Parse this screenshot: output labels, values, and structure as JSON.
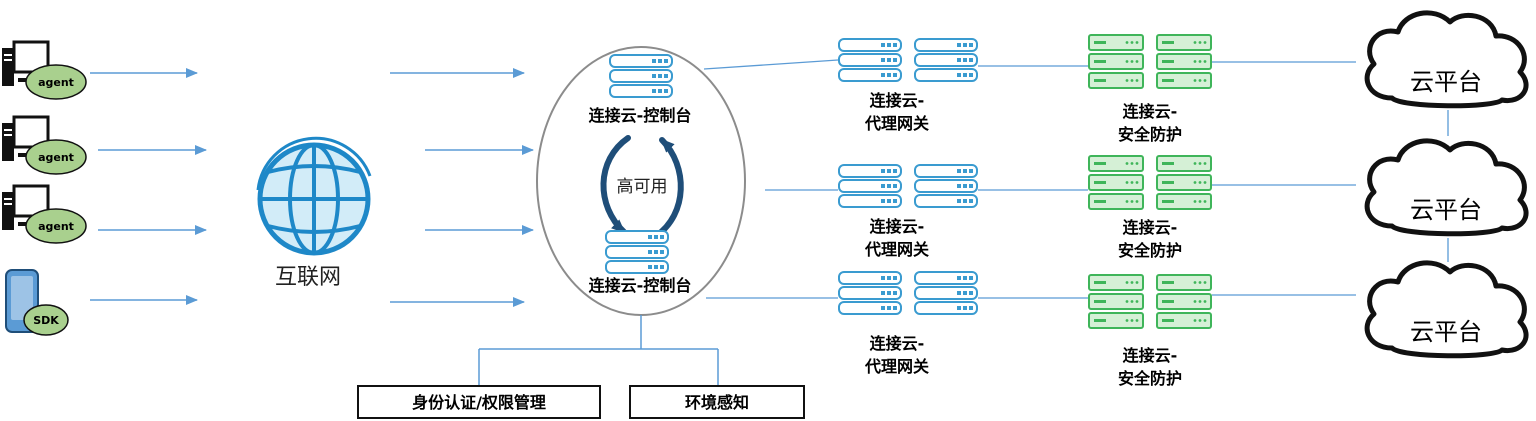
{
  "clients": [
    {
      "label": "agent",
      "kind": "computer"
    },
    {
      "label": "agent",
      "kind": "computer"
    },
    {
      "label": "agent",
      "kind": "computer"
    },
    {
      "label": "SDK",
      "kind": "phone"
    }
  ],
  "internet": {
    "label": "互联网",
    "icon": "globe-icon"
  },
  "console": {
    "top_label": "连接云-控制台",
    "bottom_label": "连接云-控制台",
    "ha_label": "高可用"
  },
  "sub_modules": [
    {
      "label": "身份认证/权限管理"
    },
    {
      "label": "环境感知"
    }
  ],
  "gateways": [
    {
      "line1": "连接云-",
      "line2": "代理网关"
    },
    {
      "line1": "连接云-",
      "line2": "代理网关"
    },
    {
      "line1": "连接云-",
      "line2": "代理网关"
    }
  ],
  "security": [
    {
      "line1": "连接云-",
      "line2": "安全防护"
    },
    {
      "line1": "连接云-",
      "line2": "安全防护"
    },
    {
      "line1": "连接云-",
      "line2": "安全防护"
    }
  ],
  "clouds": [
    {
      "label": "云平台"
    },
    {
      "label": "云平台"
    },
    {
      "label": "云平台"
    }
  ],
  "colors": {
    "arrow": "#5b9bd5",
    "server_blue": "#3a9bd0",
    "server_green": "#3fb55a",
    "server_green_fill": "#d5f0d6",
    "agent_badge": "#a9d08e",
    "globe": "#1e88c8",
    "ha_arrow": "#1f4e79"
  }
}
